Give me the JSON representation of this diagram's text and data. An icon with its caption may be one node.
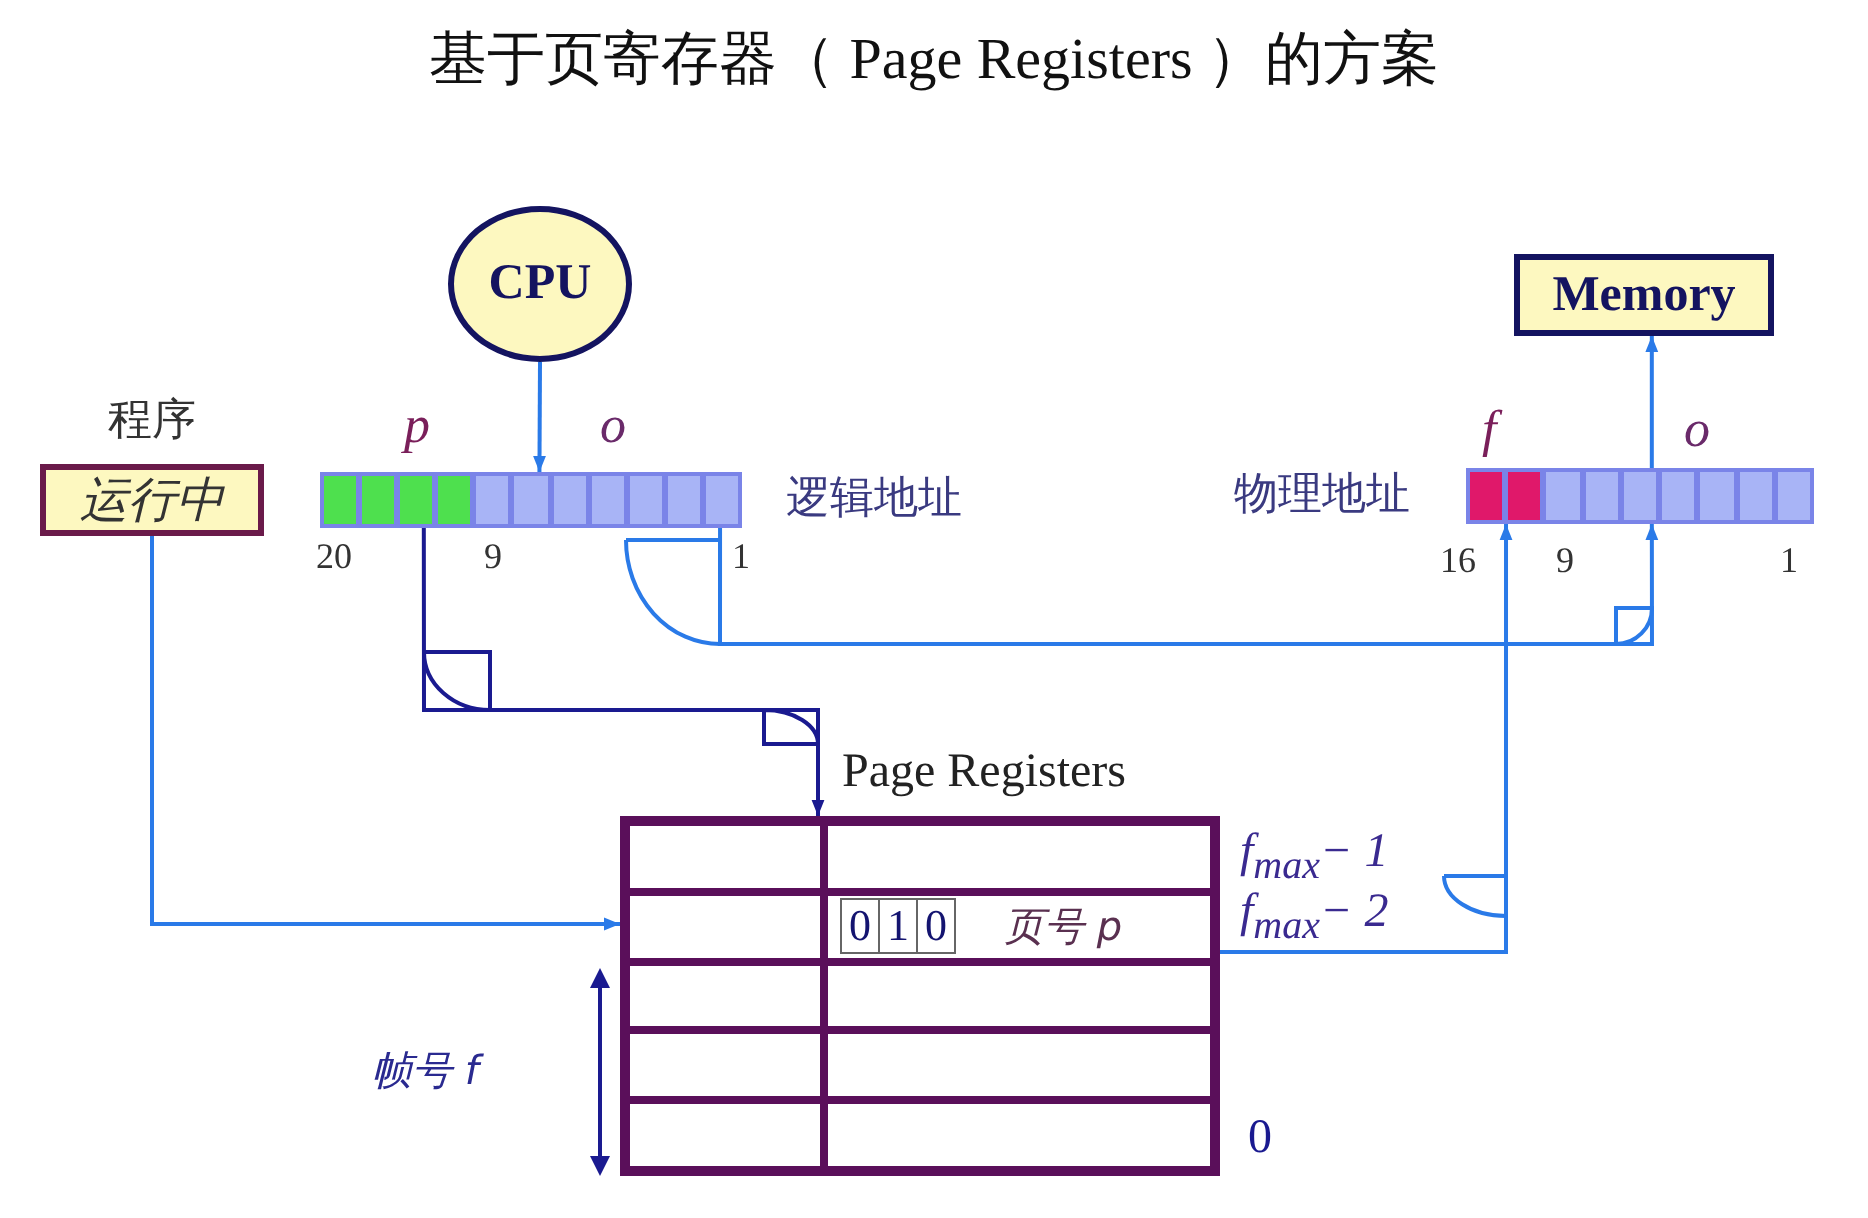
{
  "diagram": {
    "title": "基于页寄存器（ Page Registers ）的方案",
    "nodes": [
      {
        "text": [
          "CPU"
        ]
      },
      {
        "text": [
          "Memory"
        ]
      },
      {
        "text": [
          "程序",
          "运行中"
        ]
      },
      {
        "text": [],
        "shape": "bar",
        "beside": [
          "逻辑地址"
        ]
      },
      {
        "text": [],
        "shape": "bar",
        "beside": [
          "物理地址"
        ]
      },
      {
        "text": [
          "Page Registers"
        ]
      },
      {
        "text": [
          "0",
          "1",
          "0",
          "页号 p"
        ],
        "in": 5
      }
    ],
    "edges": [
      {
        "from": 0,
        "to": 3,
        "arrow": "to"
      },
      {
        "from": 4,
        "to": 1,
        "arrow": "to"
      },
      {
        "from": 2,
        "to": 6,
        "arrow": "to"
      },
      {
        "from": 3,
        "to": 5,
        "arrow": "to",
        "color": "#1a1a90"
      },
      {
        "from": 3,
        "to": 4,
        "arrow": "to"
      },
      {
        "from": 6,
        "to": 4,
        "arrow": "to"
      }
    ],
    "labels": [
      "p",
      "o",
      "f",
      "o",
      "20",
      "9",
      "1",
      "16",
      "9",
      "1",
      "f$_{max}$− 1",
      "f$_{max}$− 2",
      "帧号 f",
      "0"
    ]
  }
}
